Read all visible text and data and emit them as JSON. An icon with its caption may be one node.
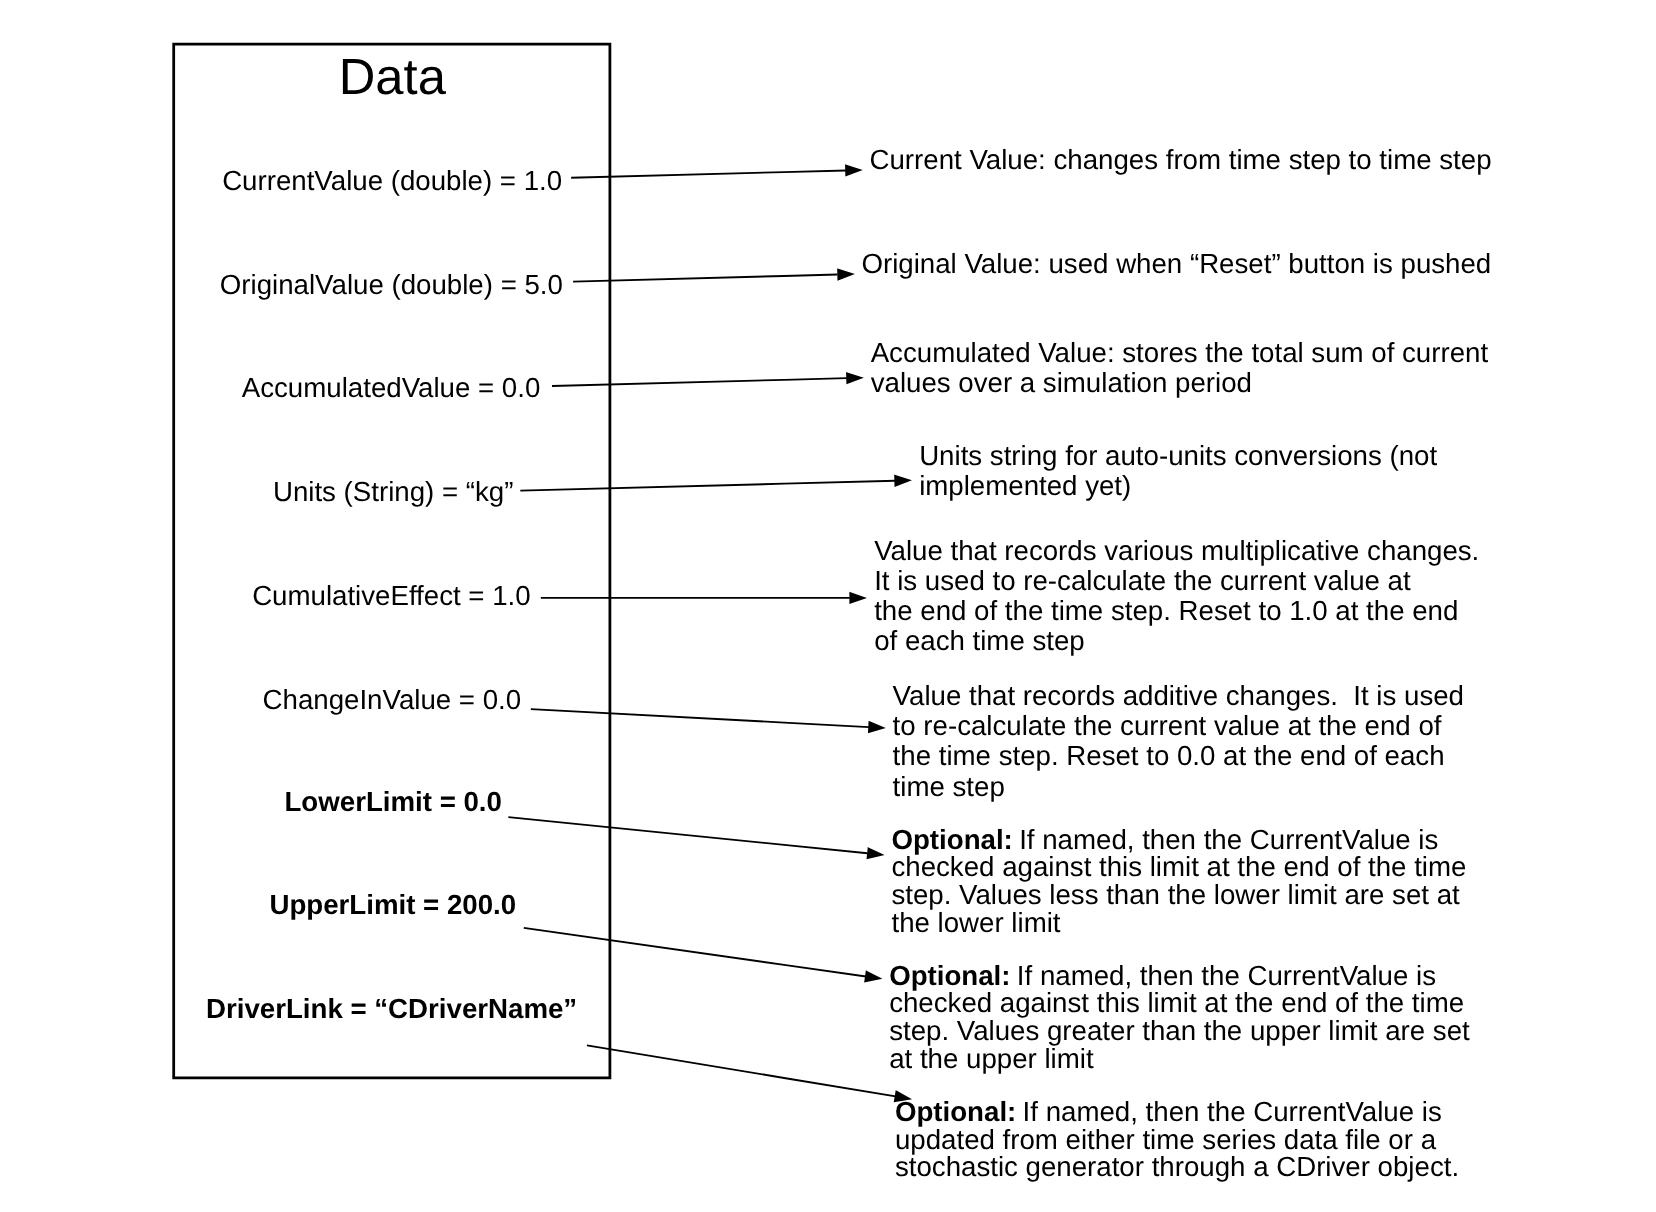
{
  "diagram": {
    "nodes": [
      {
        "text": [
          "Data"
        ]
      },
      {
        "text": [
          "CurrentValue (double) = 1.0"
        ],
        "in": 0
      },
      {
        "text": [
          "OriginalValue (double) = 5.0"
        ],
        "in": 0
      },
      {
        "text": [
          "AccumulatedValue = 0.0"
        ],
        "in": 0
      },
      {
        "text": [
          "Units (String) = “kg”"
        ],
        "in": 0
      },
      {
        "text": [
          "CumulativeEffect = 1.0"
        ],
        "in": 0
      },
      {
        "text": [
          "ChangeInValue = 0.0"
        ],
        "in": 0
      },
      {
        "text": [
          "LowerLimit = 0.0"
        ],
        "in": 0
      },
      {
        "text": [
          "UpperLimit = 200.0"
        ],
        "in": 0
      },
      {
        "text": [
          "DriverLink = “CDriverName”"
        ],
        "in": 0
      },
      {
        "text": [
          "Current Value: changes from time step to time step"
        ]
      },
      {
        "text": [
          "Original Value: used when “Reset” button is pushed"
        ]
      },
      {
        "text": [
          "Accumulated Value: stores the total sum of current values over a simulation period"
        ]
      },
      {
        "text": [
          "Units string for auto-units conversions (not implemented yet)"
        ]
      },
      {
        "text": [
          "Value that records various multiplicative changes.  It is used to re-calculate the current value at the end of the time step. Reset to 1.0 at the end of each time step"
        ]
      },
      {
        "text": [
          "Value that records additive changes.  It is used to re-calculate the current value at the end of the time step. Reset to 0.0 at the end of each time step"
        ]
      },
      {
        "text": [
          "**Optional:** If named, then the CurrentValue is checked against this limit at the end of the time step. Values less than the lower limit are set at the lower limit"
        ]
      },
      {
        "text": [
          "**Optional:** If named, then the CurrentValue is checked against this limit at the end of the time step. Values greater than the upper limit are set at the upper limit"
        ]
      },
      {
        "text": [
          "**Optional:** If named, then the CurrentValue is updated from either time series data file or a stochastic generator through a CDriver object."
        ]
      }
    ],
    "edges": [
      {
        "from": 1,
        "to": 10,
        "arrow": "to"
      },
      {
        "from": 2,
        "to": 11,
        "arrow": "to"
      },
      {
        "from": 3,
        "to": 12,
        "arrow": "to"
      },
      {
        "from": 4,
        "to": 13,
        "arrow": "to"
      },
      {
        "from": 5,
        "to": 14,
        "arrow": "to"
      },
      {
        "from": 6,
        "to": 15,
        "arrow": "to"
      },
      {
        "from": 7,
        "to": 16,
        "arrow": "to"
      },
      {
        "from": 8,
        "to": 17,
        "arrow": "to"
      },
      {
        "from": 9,
        "to": 18,
        "arrow": "to"
      }
    ]
  }
}
